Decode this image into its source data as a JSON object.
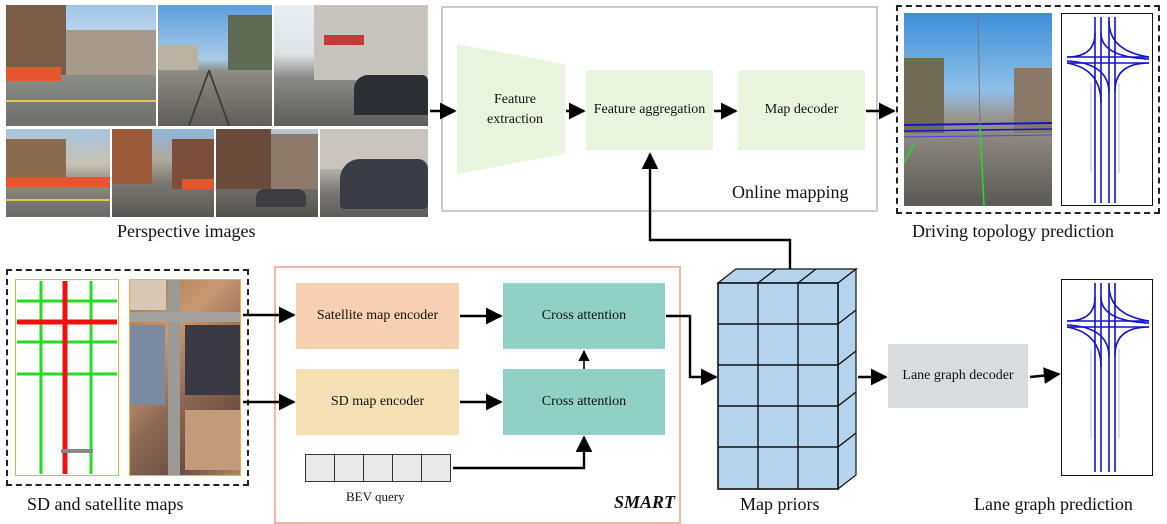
{
  "inputs": {
    "perspective_caption": "Perspective images",
    "maps_caption": "SD and satellite maps"
  },
  "online": {
    "feature_extraction": "Feature extraction",
    "feature_aggregation": "Feature aggregation",
    "map_decoder": "Map decoder",
    "panel_label": "Online mapping"
  },
  "smart": {
    "satellite_encoder": "Satellite map encoder",
    "sd_encoder": "SD map encoder",
    "cross_attention_top": "Cross attention",
    "cross_attention_bottom": "Cross attention",
    "bev_query_label": "BEV query",
    "panel_label": "SMART"
  },
  "outputs": {
    "map_priors_caption": "Map priors",
    "lane_graph_decoder": "Lane graph decoder",
    "driving_topology_caption": "Driving topology prediction",
    "lane_graph_caption": "Lane graph prediction"
  },
  "colors": {
    "online_box": "#eaf5e0",
    "satellite_encoder": "#f8d2b0",
    "sd_encoder": "#f5e2b4",
    "cross_attention": "#8fd1c4",
    "lane_decoder": "#d9dcde",
    "map_prior_cube": "#b4d4ee",
    "smart_border": "#f0b7a6",
    "sd_road_major": "#ee1111",
    "sd_road_minor": "#22dd22",
    "lane_lines": "#1414cc"
  }
}
